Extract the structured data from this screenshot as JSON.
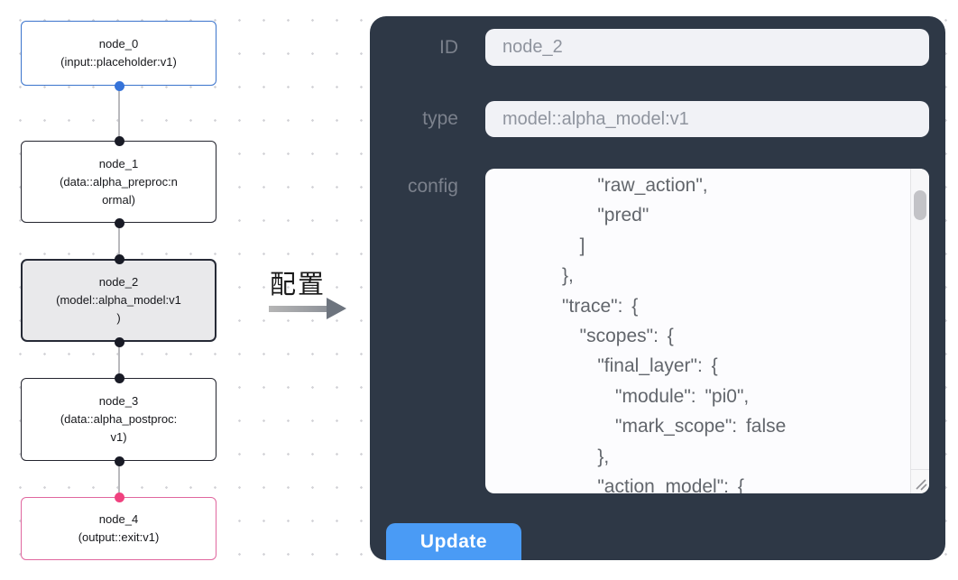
{
  "flow": {
    "nodes": [
      {
        "id": "node_0",
        "kind": "input",
        "lines": [
          "node_0",
          "(input::placeholder:v1)"
        ]
      },
      {
        "id": "node_1",
        "kind": "data",
        "lines": [
          "node_1",
          "(data::alpha_preproc:n",
          "ormal)"
        ]
      },
      {
        "id": "node_2",
        "kind": "model",
        "lines": [
          "node_2",
          "(model::alpha_model:v1",
          ")"
        ],
        "selected": true
      },
      {
        "id": "node_3",
        "kind": "data",
        "lines": [
          "node_3",
          "(data::alpha_postproc:",
          "v1)"
        ]
      },
      {
        "id": "node_4",
        "kind": "output",
        "lines": [
          "node_4",
          "(output::exit:v1)"
        ]
      }
    ],
    "colors": {
      "input_border": "#3b74cc",
      "output_border": "#e0679f",
      "default_border": "#23242e",
      "selected_fill": "#e9e9eb",
      "port_blue": "#3573d9",
      "port_dark": "#191b26",
      "port_pink": "#f0417f"
    }
  },
  "transition": {
    "label": "配置"
  },
  "panel": {
    "fields": [
      {
        "label": "ID",
        "value": "node_2"
      },
      {
        "label": "type",
        "value": "model::alpha_model:v1"
      }
    ],
    "config_label": "config",
    "config_lines": [
      "          \"raw_action\",",
      "          \"pred\"",
      "        ]",
      "      },",
      "      \"trace\": {",
      "        \"scopes\": {",
      "          \"final_layer\": {",
      "            \"module\": \"pi0\",",
      "            \"mark_scope\": false",
      "          },",
      "          \"action_model\": {"
    ],
    "update_label": "Update",
    "colors": {
      "panel_bg": "#2e3846",
      "accent_blue": "#4a9bf5"
    }
  }
}
